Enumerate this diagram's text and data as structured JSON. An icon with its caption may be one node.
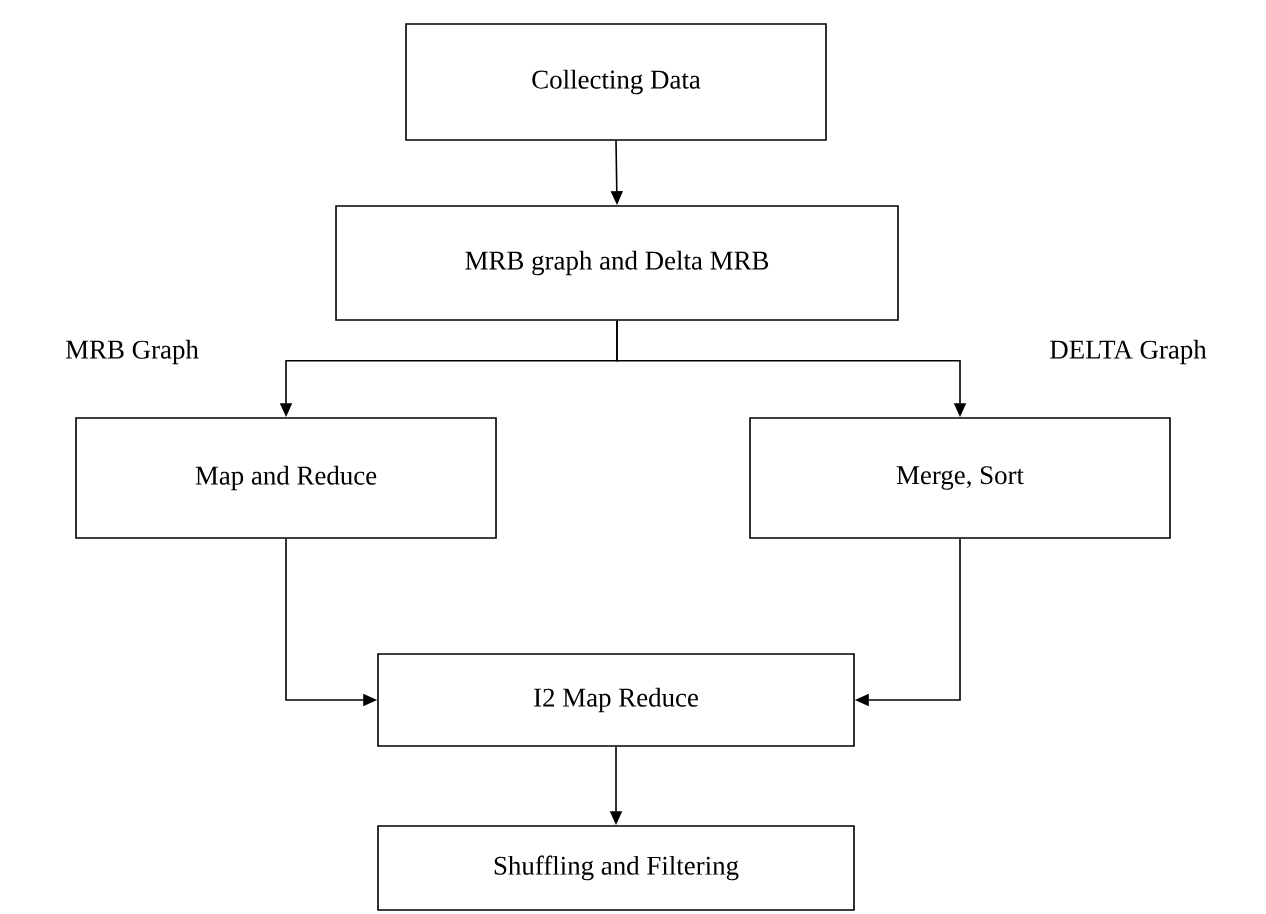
{
  "diagram": {
    "nodes": [
      {
        "text": [
          "Collecting Data"
        ]
      },
      {
        "text": [
          "MRB graph and Delta MRB"
        ]
      },
      {
        "text": [
          "Map and Reduce"
        ]
      },
      {
        "text": [
          "Merge, Sort"
        ]
      },
      {
        "text": [
          "I2 Map Reduce"
        ]
      },
      {
        "text": [
          "Shuffling and Filtering"
        ]
      }
    ],
    "edges": [
      {
        "from": 0,
        "to": 1,
        "arrow": "to"
      },
      {
        "from": 1,
        "to": 2,
        "arrow": "to",
        "label": "MRB Graph"
      },
      {
        "from": 1,
        "to": 3,
        "arrow": "to",
        "label": "DELTA Graph"
      },
      {
        "from": 2,
        "to": 4,
        "arrow": "to"
      },
      {
        "from": 3,
        "to": 4,
        "arrow": "to"
      },
      {
        "from": 4,
        "to": 5,
        "arrow": "to"
      }
    ]
  }
}
